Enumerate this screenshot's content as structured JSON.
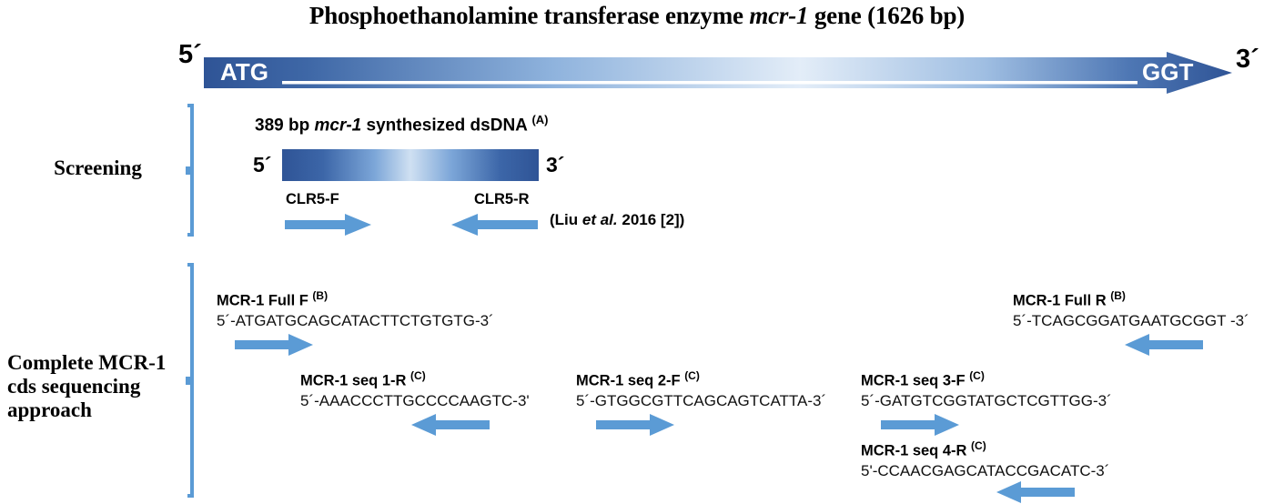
{
  "title": {
    "prefix": "Phosphoethanolamine transferase enzyme ",
    "gene": "mcr-1",
    "suffix": " gene (1626 bp)"
  },
  "colors": {
    "arrow_blue": "#5B9BD5",
    "bar_dark_blue": "#2F5496",
    "bar_light_blue": "#CFE0F2",
    "text_black": "#000000"
  },
  "gene_bar": {
    "five_prime": "5´",
    "three_prime": "3´",
    "start_codon": "ATG",
    "stop_codon": "GGT"
  },
  "sections": [
    {
      "label": "Screening",
      "sublabel": ""
    },
    {
      "label_line1": "Complete MCR-1",
      "label_line2": "cds sequencing",
      "label_line3": "approach"
    }
  ],
  "screening": {
    "label": "Screening",
    "dsdna_title_prefix": "389 bp ",
    "dsdna_title_gene": "mcr-1",
    "dsdna_title_suffix": " synthesized dsDNA ",
    "dsdna_title_sup": "(A)",
    "five_prime": "5´",
    "three_prime": "3´",
    "primers": [
      {
        "name": "CLR5-F",
        "direction": "forward"
      },
      {
        "name": "CLR5-R",
        "direction": "reverse"
      }
    ],
    "citation_open": "(Liu ",
    "citation_ital": "et al.",
    "citation_rest": " 2016 [2])"
  },
  "sequencing": {
    "label_line1": "Complete MCR-1",
    "label_line2": "cds sequencing",
    "label_line3": "approach",
    "primers": [
      {
        "name": "MCR-1 Full F ",
        "sup": "(B)",
        "sequence": "5´-ATGATGCAGCATACTTCTGTGTG-3´",
        "direction": "forward"
      },
      {
        "name": "MCR-1 Full R ",
        "sup": "(B)",
        "sequence": "5´-TCAGCGGATGAATGCGGT -3´",
        "direction": "reverse"
      },
      {
        "name": "MCR-1 seq 1-R ",
        "sup": "(C)",
        "sequence": "5´-AAACCCTTGCCCCAAGTC-3'",
        "direction": "reverse"
      },
      {
        "name": "MCR-1 seq 2-F ",
        "sup": "(C)",
        "sequence": "5´-GTGGCGTTCAGCAGTCATTA-3´",
        "direction": "forward"
      },
      {
        "name": "MCR-1 seq 3-F ",
        "sup": "(C)",
        "sequence": "5´-GATGTCGGTATGCTCGTTGG-3´",
        "direction": "forward"
      },
      {
        "name": "MCR-1 seq 4-R ",
        "sup": "(C)",
        "sequence": "5'-CCAACGAGCATACCGACATC-3´",
        "direction": "reverse"
      }
    ]
  }
}
